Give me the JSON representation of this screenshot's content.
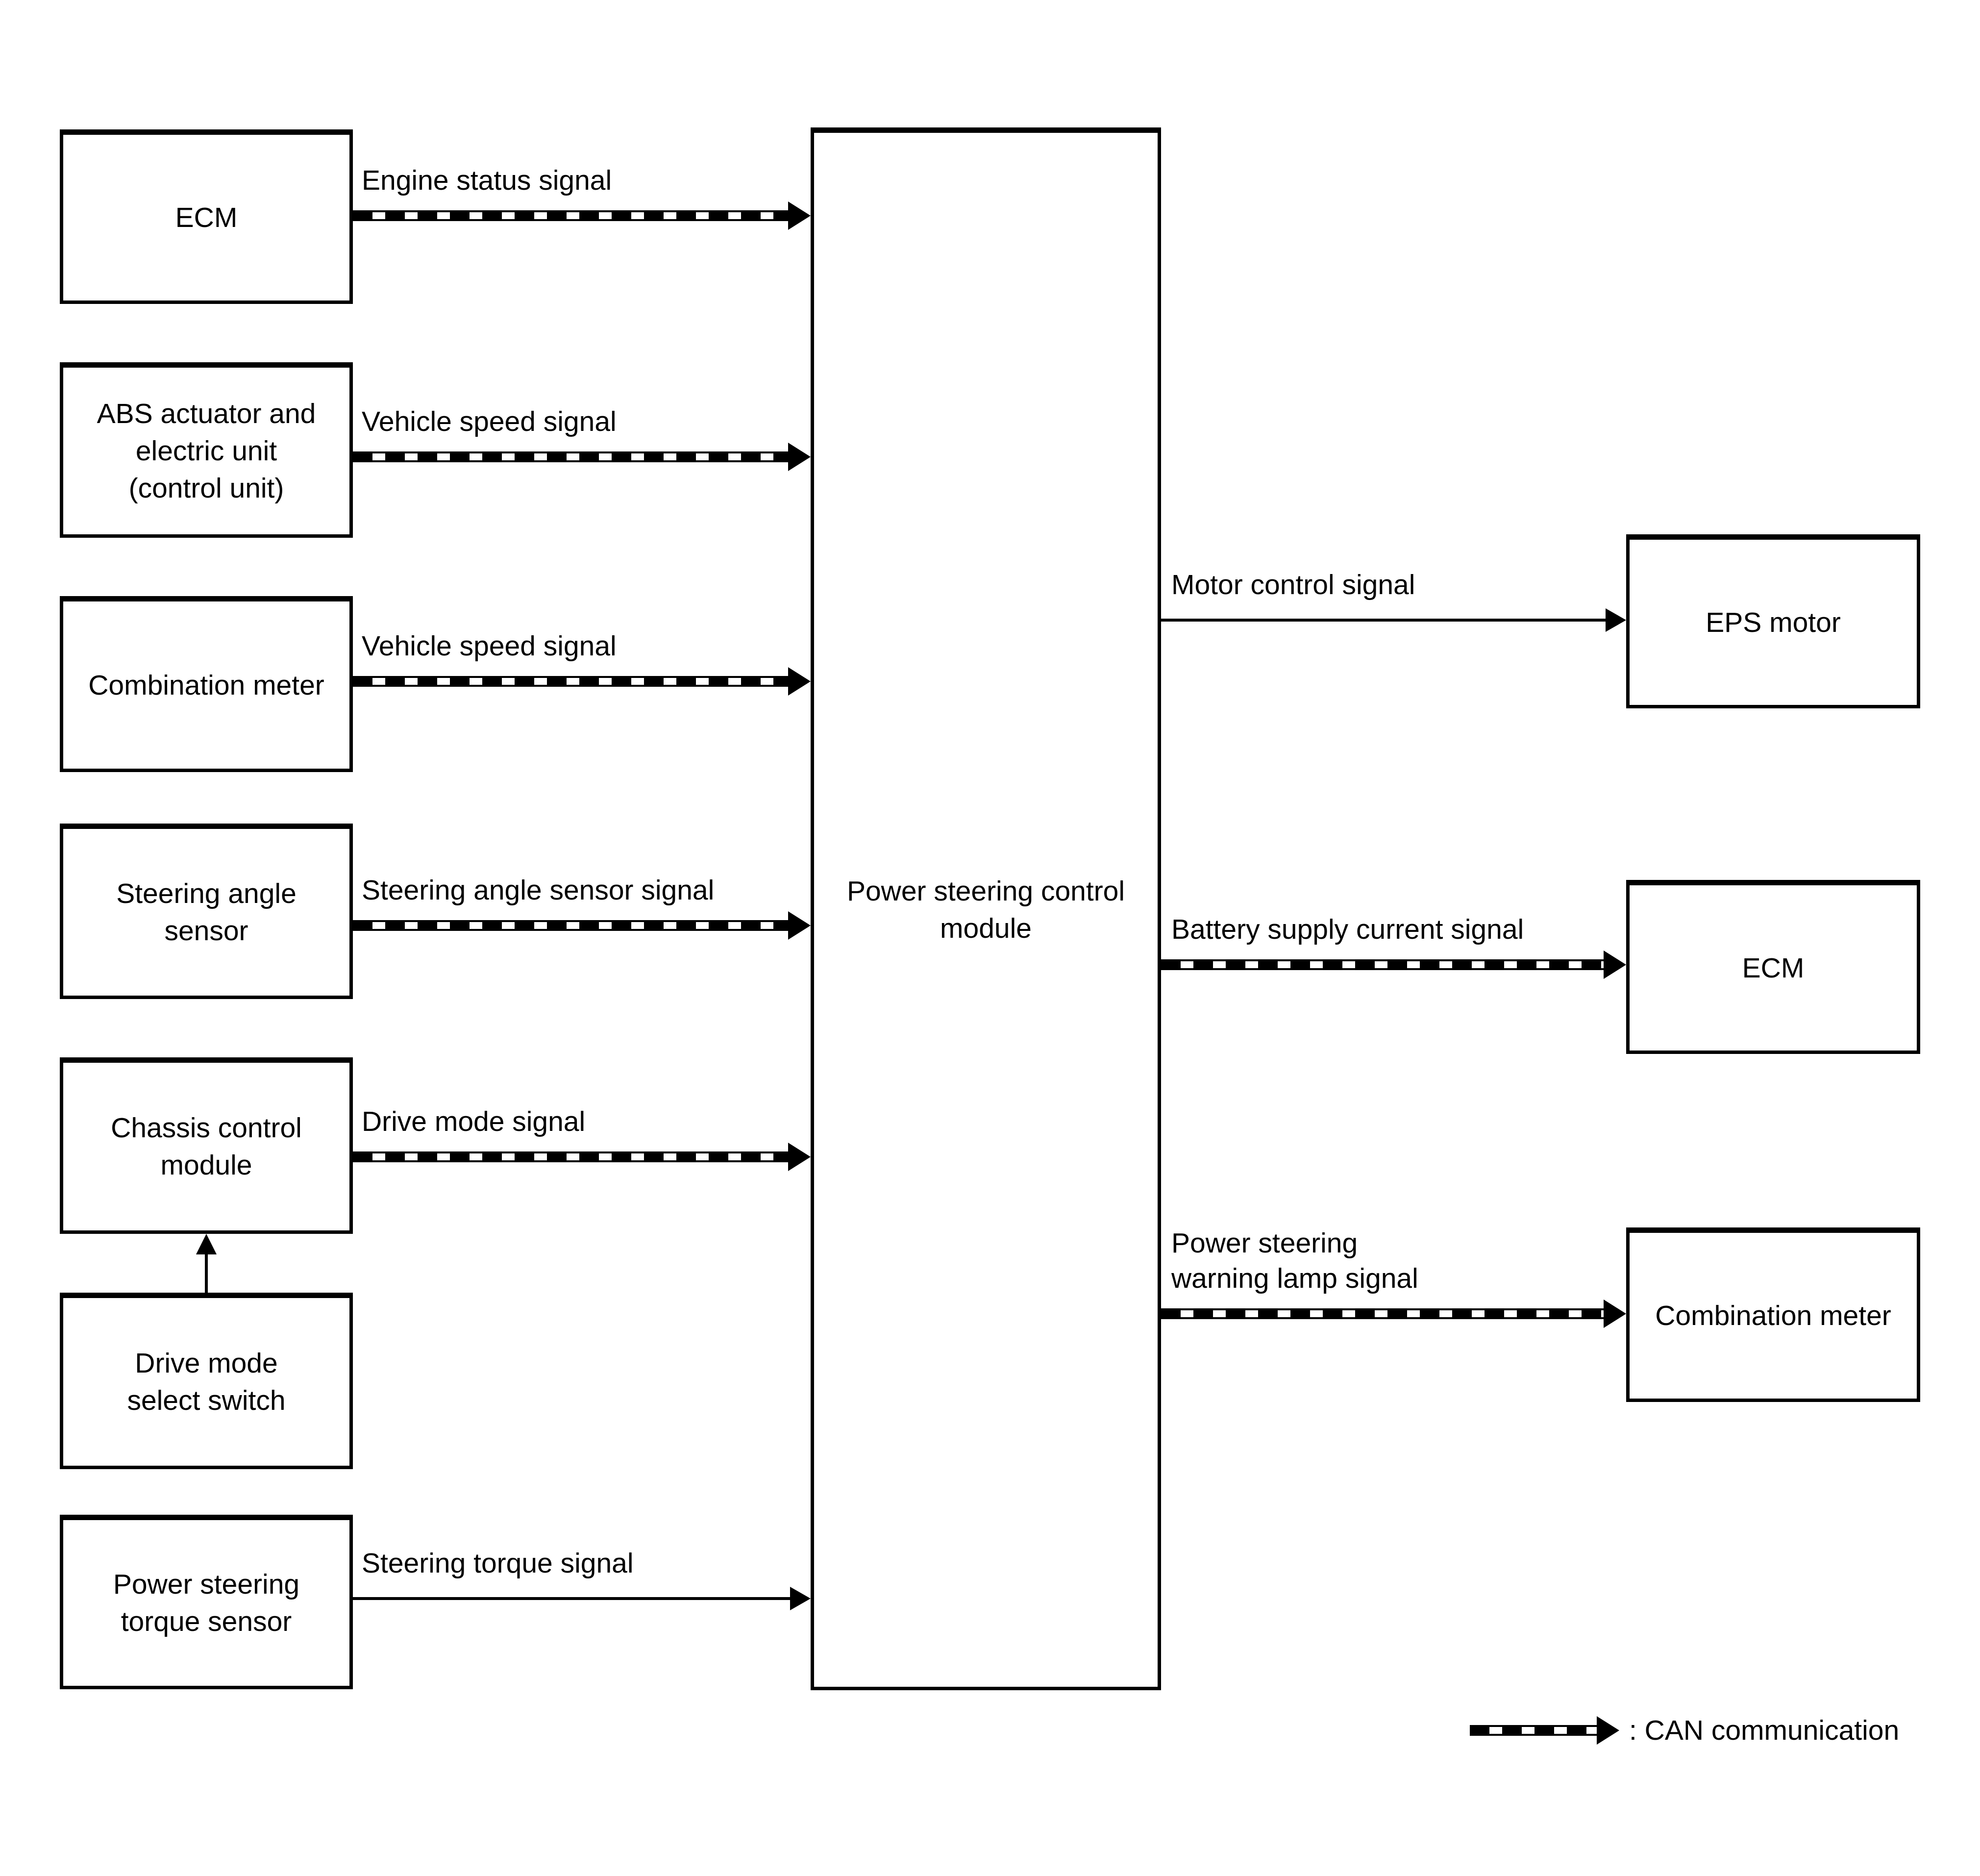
{
  "colors": {
    "foreground": "#000000",
    "background": "#ffffff"
  },
  "nodes": {
    "ecm_left": {
      "lines": [
        "ECM"
      ]
    },
    "abs_actuator": {
      "lines": [
        "ABS actuator and",
        "electric unit",
        "(control unit)"
      ]
    },
    "combination_meter_left": {
      "lines": [
        "Combination meter"
      ]
    },
    "steering_angle_sensor": {
      "lines": [
        "Steering angle",
        "sensor"
      ]
    },
    "chassis_control_module": {
      "lines": [
        "Chassis control",
        "module"
      ]
    },
    "drive_mode_select_switch": {
      "lines": [
        "Drive mode",
        "select switch"
      ]
    },
    "power_steering_torque_sensor": {
      "lines": [
        "Power steering",
        "torque sensor"
      ]
    },
    "power_steering_control_module": {
      "lines": [
        "Power steering control",
        "module"
      ]
    },
    "eps_motor": {
      "lines": [
        "EPS motor"
      ]
    },
    "ecm_right": {
      "lines": [
        "ECM"
      ]
    },
    "combination_meter_right": {
      "lines": [
        "Combination meter"
      ]
    }
  },
  "signals": {
    "engine_status": {
      "label": "Engine status signal",
      "type": "can"
    },
    "vehicle_speed_abs": {
      "label": "Vehicle speed signal",
      "type": "can"
    },
    "vehicle_speed_meter": {
      "label": "Vehicle speed signal",
      "type": "can"
    },
    "steering_angle": {
      "label": "Steering angle sensor signal",
      "type": "can"
    },
    "drive_mode": {
      "label": "Drive mode signal",
      "type": "can"
    },
    "steering_torque": {
      "label": "Steering torque signal",
      "type": "plain"
    },
    "motor_control": {
      "label": "Motor control signal",
      "type": "plain"
    },
    "battery_supply": {
      "label": "Battery supply current signal",
      "type": "can"
    },
    "warning_lamp": {
      "lines": [
        "Power steering",
        "warning lamp signal"
      ],
      "type": "can"
    }
  },
  "legend": {
    "label": ": CAN communication",
    "symbol": "can-arrow"
  }
}
